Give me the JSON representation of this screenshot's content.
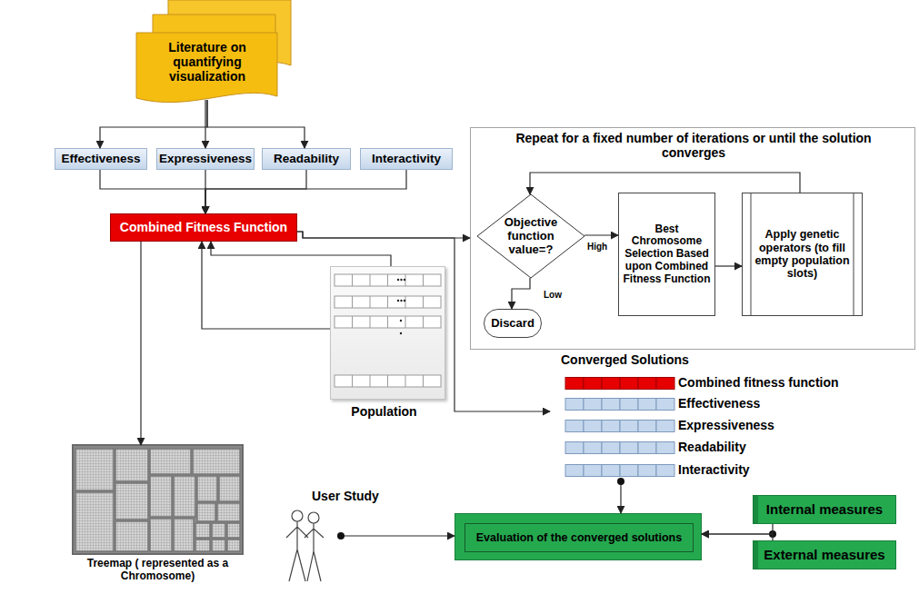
{
  "diagram": {
    "nodes": [
      {
        "text": [
          "Literature on quantifying visualization"
        ]
      },
      {
        "text": [
          "Effectiveness"
        ]
      },
      {
        "text": [
          "Expressiveness"
        ]
      },
      {
        "text": [
          "Readability"
        ]
      },
      {
        "text": [
          "Interactivity"
        ]
      },
      {
        "text": [
          "Repeat for a fixed number of iterations or until the solution converges"
        ]
      },
      {
        "text": [
          "Objective function value=?"
        ],
        "in": 5
      },
      {
        "text": [
          "Best Chromosome Selection Based upon Combined Fitness Function"
        ],
        "in": 5
      },
      {
        "text": [
          "Apply genetic operators (to fill empty population slots)"
        ],
        "in": 5
      },
      {
        "text": [
          "Discard"
        ],
        "in": 5
      },
      {
        "text": [
          "Combined Fitness Function"
        ]
      },
      {
        "text": [
          "Population"
        ]
      },
      {
        "text": [
          "Converged Solutions"
        ]
      },
      {
        "text": [
          "Combined fitness function"
        ],
        "in": 12
      },
      {
        "text": [
          "Effectiveness"
        ],
        "in": 12
      },
      {
        "text": [
          "Expressiveness"
        ],
        "in": 12
      },
      {
        "text": [
          "Readability"
        ],
        "in": 12
      },
      {
        "text": [
          "Interactivity"
        ],
        "in": 12
      },
      {
        "text": [
          "Treemap ( represented as a Chromosome)"
        ]
      },
      {
        "text": [
          "User Study"
        ]
      },
      {
        "text": [
          "Evaluation of the converged solutions"
        ]
      },
      {
        "text": [
          "Internal measures"
        ]
      },
      {
        "text": [
          "External measures"
        ]
      }
    ],
    "edges": [
      {
        "from": 0,
        "to": 1,
        "arrow": "to"
      },
      {
        "from": 0,
        "to": 2,
        "arrow": "to"
      },
      {
        "from": 0,
        "to": 3,
        "arrow": "to"
      },
      {
        "from": 1,
        "to": 10,
        "arrow": "to"
      },
      {
        "from": 2,
        "to": 10,
        "arrow": "to"
      },
      {
        "from": 3,
        "to": 10,
        "arrow": "to"
      },
      {
        "from": 4,
        "to": 10,
        "arrow": "to"
      },
      {
        "from": 11,
        "to": 10,
        "arrow": "to"
      },
      {
        "from": 11,
        "to": 10,
        "arrow": "to"
      },
      {
        "from": 10,
        "to": 5,
        "arrow": "to"
      },
      {
        "from": 10,
        "to": 12,
        "arrow": "to"
      },
      {
        "from": 10,
        "to": 18,
        "arrow": "to"
      },
      {
        "from": 6,
        "to": 7,
        "label": "High",
        "arrow": "to"
      },
      {
        "from": 6,
        "to": 9,
        "label": "Low",
        "arrow": "to"
      },
      {
        "from": 7,
        "to": 8,
        "arrow": "to"
      },
      {
        "from": 8,
        "to": 6,
        "arrow": "to"
      },
      {
        "from": 12,
        "to": 20,
        "arrow": "to"
      },
      {
        "from": 19,
        "to": 20,
        "arrow": "to"
      },
      {
        "from": 21,
        "to": 20,
        "arrow": "to"
      },
      {
        "from": 22,
        "to": 20,
        "arrow": "to"
      }
    ]
  }
}
